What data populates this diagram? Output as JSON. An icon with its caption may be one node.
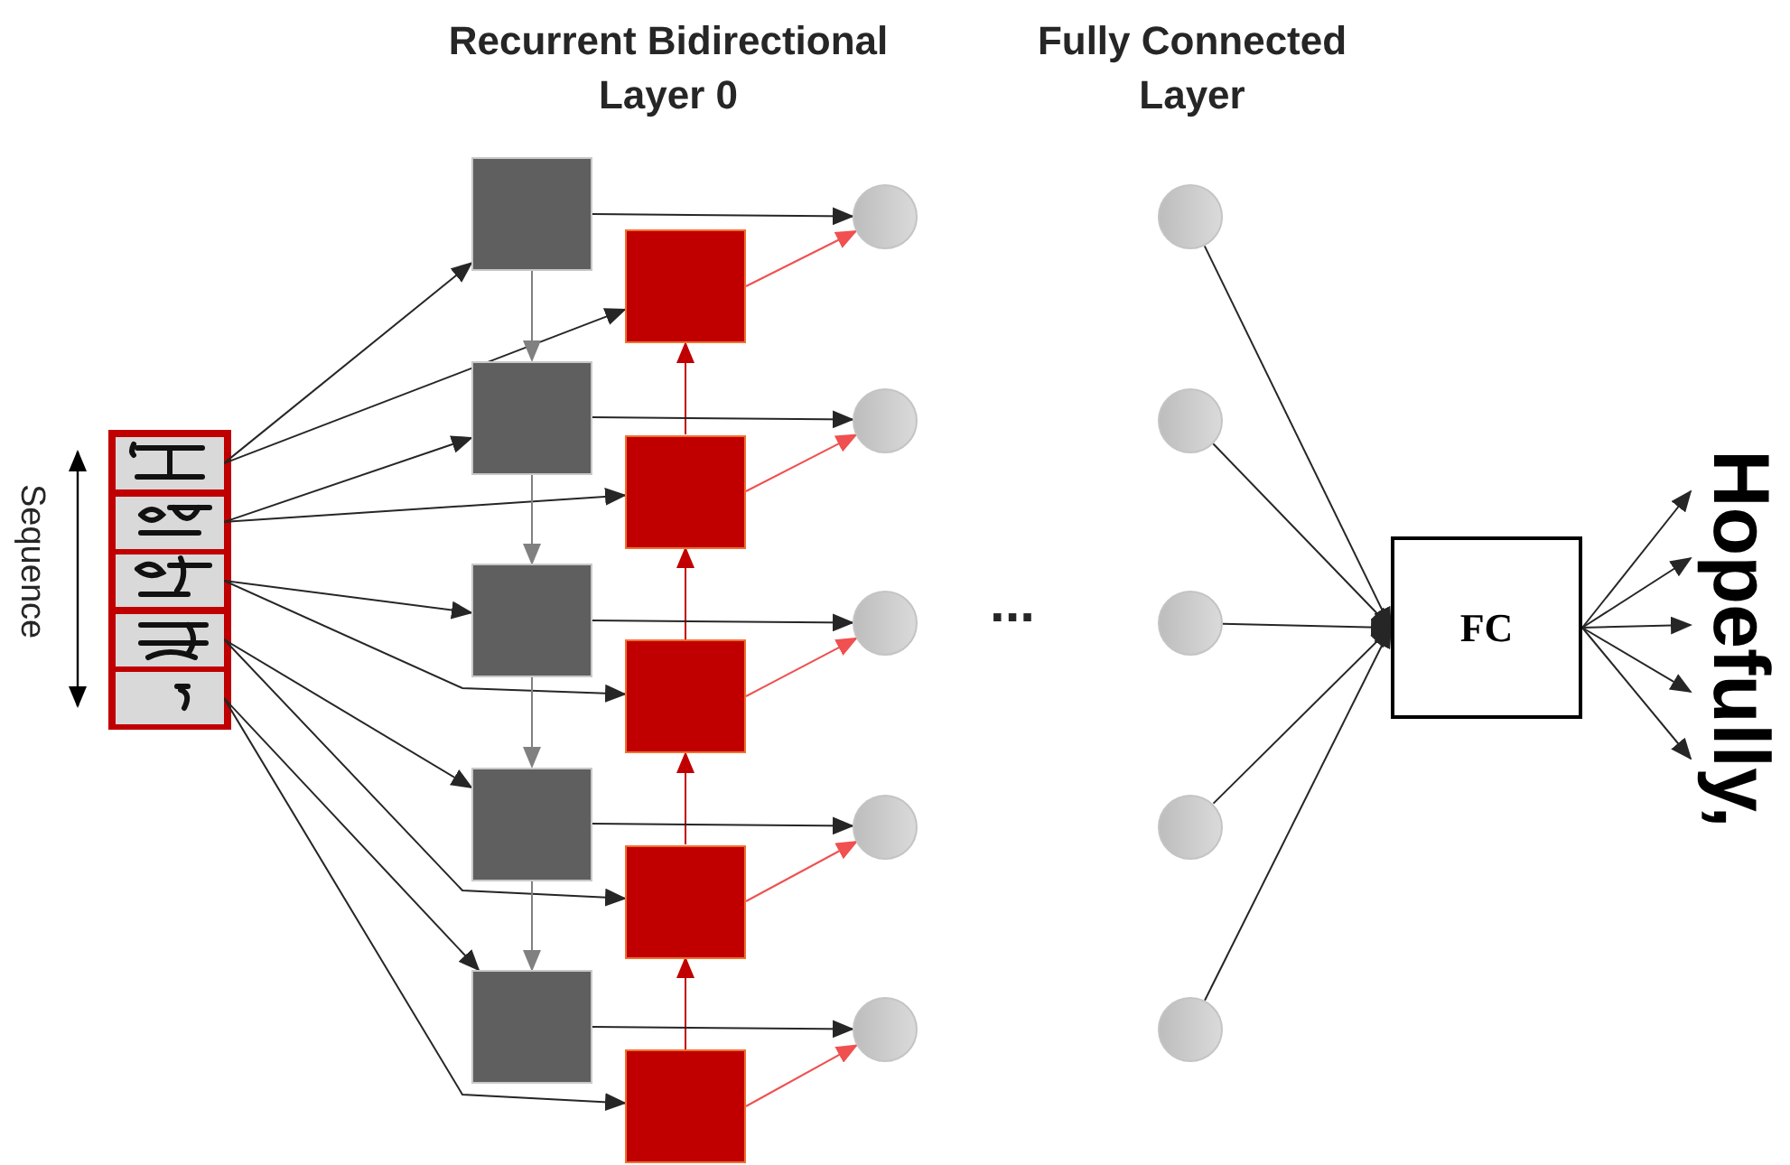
{
  "diagram": {
    "nodes": [
      {
        "text": [],
        "shape": "picture"
      },
      {
        "text": [],
        "shape": "picture"
      },
      {
        "text": [],
        "shape": "picture"
      },
      {
        "text": [],
        "shape": "picture"
      },
      {
        "text": [],
        "shape": "picture"
      },
      {
        "text": [],
        "shape": "box"
      },
      {
        "text": [],
        "shape": "box"
      },
      {
        "text": [],
        "shape": "box"
      },
      {
        "text": [],
        "shape": "box"
      },
      {
        "text": [],
        "shape": "box"
      },
      {
        "text": [],
        "shape": "box"
      },
      {
        "text": [],
        "shape": "box"
      },
      {
        "text": [],
        "shape": "box"
      },
      {
        "text": [],
        "shape": "box"
      },
      {
        "text": [],
        "shape": "box"
      },
      {
        "text": [],
        "shape": "circle"
      },
      {
        "text": [],
        "shape": "circle"
      },
      {
        "text": [],
        "shape": "circle"
      },
      {
        "text": [],
        "shape": "circle"
      },
      {
        "text": [],
        "shape": "circle"
      },
      {
        "text": [],
        "shape": "circle"
      },
      {
        "text": [],
        "shape": "circle"
      },
      {
        "text": [],
        "shape": "circle"
      },
      {
        "text": [],
        "shape": "circle"
      },
      {
        "text": [],
        "shape": "circle"
      },
      {
        "text": [
          "FC"
        ]
      },
      {
        "text": [
          "Hopefully,"
        ]
      }
    ],
    "edges": [
      {
        "from": 0,
        "to": 5,
        "arrow": "to"
      },
      {
        "from": 0,
        "to": 10,
        "arrow": "to"
      },
      {
        "from": 1,
        "to": 6,
        "arrow": "to"
      },
      {
        "from": 1,
        "to": 11,
        "arrow": "to"
      },
      {
        "from": 2,
        "to": 7,
        "arrow": "to"
      },
      {
        "from": 2,
        "to": 12,
        "arrow": "to"
      },
      {
        "from": 3,
        "to": 8,
        "arrow": "to"
      },
      {
        "from": 3,
        "to": 13,
        "arrow": "to"
      },
      {
        "from": 4,
        "to": 9,
        "arrow": "to"
      },
      {
        "from": 4,
        "to": 14,
        "arrow": "to"
      },
      {
        "from": 5,
        "to": 6,
        "arrow": "to",
        "color": "#808080"
      },
      {
        "from": 6,
        "to": 7,
        "arrow": "to",
        "color": "#808080"
      },
      {
        "from": 7,
        "to": 8,
        "arrow": "to",
        "color": "#808080"
      },
      {
        "from": 8,
        "to": 9,
        "arrow": "to",
        "color": "#808080"
      },
      {
        "from": 11,
        "to": 10,
        "arrow": "to",
        "color": "#c00000"
      },
      {
        "from": 12,
        "to": 11,
        "arrow": "to",
        "color": "#c00000"
      },
      {
        "from": 13,
        "to": 12,
        "arrow": "to",
        "color": "#c00000"
      },
      {
        "from": 14,
        "to": 13,
        "arrow": "to",
        "color": "#c00000"
      },
      {
        "from": 5,
        "to": 15,
        "arrow": "to"
      },
      {
        "from": 10,
        "to": 15,
        "arrow": "to",
        "color": "#f05050"
      },
      {
        "from": 6,
        "to": 16,
        "arrow": "to"
      },
      {
        "from": 11,
        "to": 16,
        "arrow": "to",
        "color": "#f05050"
      },
      {
        "from": 7,
        "to": 17,
        "arrow": "to"
      },
      {
        "from": 12,
        "to": 17,
        "arrow": "to",
        "color": "#f05050"
      },
      {
        "from": 8,
        "to": 18,
        "arrow": "to"
      },
      {
        "from": 13,
        "to": 18,
        "arrow": "to",
        "color": "#f05050"
      },
      {
        "from": 9,
        "to": 19,
        "arrow": "to"
      },
      {
        "from": 14,
        "to": 19,
        "arrow": "to",
        "color": "#f05050"
      },
      {
        "from": 20,
        "to": 25,
        "arrow": "to"
      },
      {
        "from": 21,
        "to": 25,
        "arrow": "to"
      },
      {
        "from": 22,
        "to": 25,
        "arrow": "to"
      },
      {
        "from": 23,
        "to": 25,
        "arrow": "to"
      },
      {
        "from": 24,
        "to": 25,
        "arrow": "to"
      },
      {
        "from": 25,
        "to": 26,
        "arrow": "to"
      },
      {
        "from": 25,
        "to": 26,
        "arrow": "to"
      },
      {
        "from": 25,
        "to": 26,
        "arrow": "to"
      },
      {
        "from": 25,
        "to": 26,
        "arrow": "to"
      },
      {
        "from": 25,
        "to": 26,
        "arrow": "to"
      }
    ],
    "labels": [
      "Recurrent Bidirectional Layer 0",
      "Fully Connected Layer",
      "Sequence",
      "..."
    ]
  }
}
